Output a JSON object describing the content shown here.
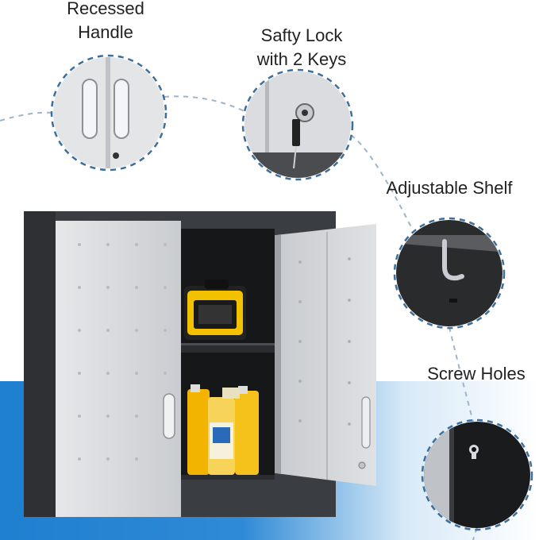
{
  "features": [
    {
      "id": "handle",
      "lines": [
        "Recessed",
        "Handle"
      ]
    },
    {
      "id": "lock",
      "lines": [
        "Safty Lock",
        "with 2 Keys"
      ]
    },
    {
      "id": "shelf",
      "lines": [
        "Adjustable Shelf"
      ]
    },
    {
      "id": "screw",
      "lines": [
        "Screw Holes"
      ]
    }
  ],
  "colors": {
    "accent_blue": "#1f7fd0",
    "dashed_circle": "#3d6e9c",
    "cabinet_frame": "#3a3d42",
    "door_panel": "#d9dbde",
    "interior": "#161718",
    "battery_yellow": "#f2c200"
  }
}
